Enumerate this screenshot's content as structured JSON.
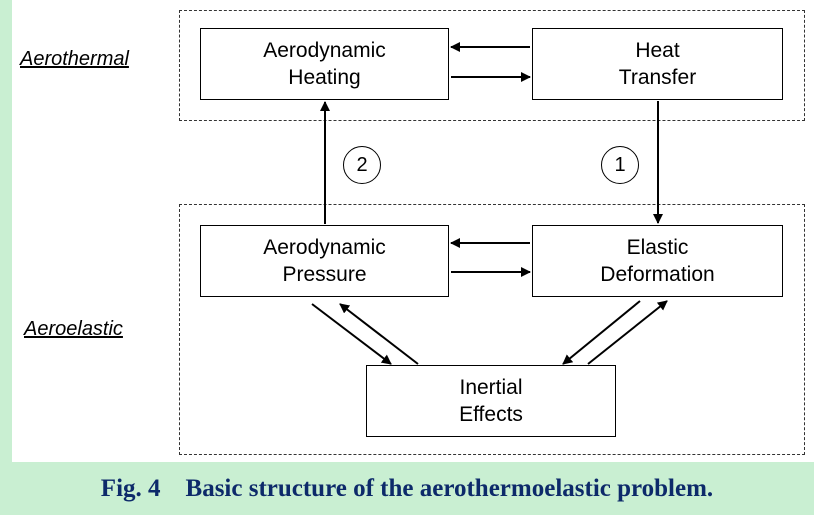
{
  "groups": {
    "aerothermal_label": "Aerothermal",
    "aeroelastic_label": "Aeroelastic"
  },
  "nodes": {
    "aerodynamic_heating": "Aerodynamic\nHeating",
    "heat_transfer": "Heat\nTransfer",
    "aerodynamic_pressure": "Aerodynamic\nPressure",
    "elastic_deformation": "Elastic\nDeformation",
    "inertial_effects": "Inertial\nEffects"
  },
  "markers": {
    "one": "1",
    "two": "2"
  },
  "caption": "Fig. 4    Basic structure of the aerothermoelastic problem.",
  "colors": {
    "background": "#c9efd2",
    "caption_text": "#0d2a6a"
  }
}
